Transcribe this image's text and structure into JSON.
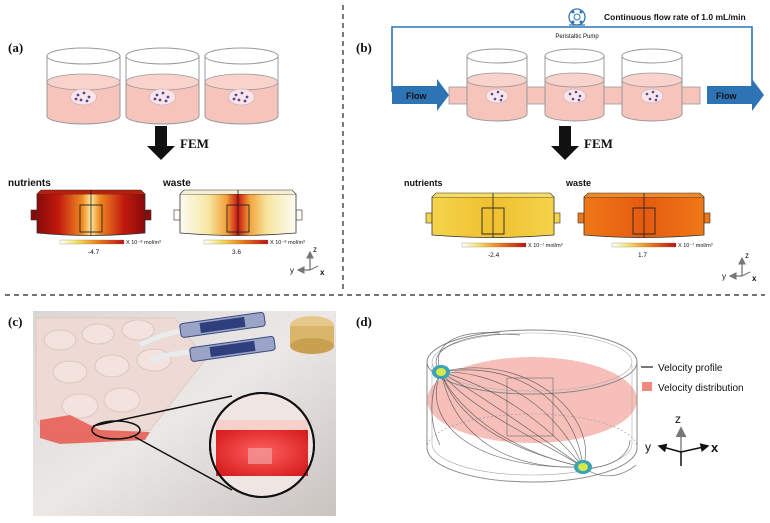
{
  "panels": {
    "a": {
      "label": "(a)",
      "fem_label": "FEM",
      "nutrients_label": "nutrients",
      "waste_label": "waste",
      "nutrients_scale_value": "-4.7",
      "nutrients_scale_unit": "X 10⁻⁸ mol/m³",
      "waste_scale_value": "3.6",
      "waste_scale_unit": "X 10⁻⁸ mol/m³",
      "axes": {
        "z": "z",
        "y": "y",
        "x": "x"
      }
    },
    "b": {
      "label": "(b)",
      "pump_label": "Peristaltic Pump",
      "flow_rate_text": "Continuous flow rate of 1.0 mL/min",
      "flow_in_label": "Flow",
      "flow_out_label": "Flow",
      "fem_label": "FEM",
      "nutrients_label": "nutrients",
      "waste_label": "waste",
      "nutrients_scale_value": "-2.4",
      "nutrients_scale_unit": "X 10⁻⁷ mol/m³",
      "waste_scale_value": "1.7",
      "waste_scale_unit": "X 10⁻⁷ mol/m³",
      "axes": {
        "z": "z",
        "y": "y",
        "x": "x"
      }
    },
    "c": {
      "label": "(c)"
    },
    "d": {
      "label": "(d)",
      "legend": {
        "velocity_profile": "Velocity profile",
        "velocity_distribution": "Velocity distribution"
      },
      "axes": {
        "z": "z",
        "y": "y",
        "x": "x"
      }
    }
  },
  "colors": {
    "medium_pink": "#f7c4bc",
    "flow_blue": "#2e74b5",
    "arrow_black": "#111111",
    "hot_red": "#b01010",
    "velocity_pink": "#f08a80"
  }
}
